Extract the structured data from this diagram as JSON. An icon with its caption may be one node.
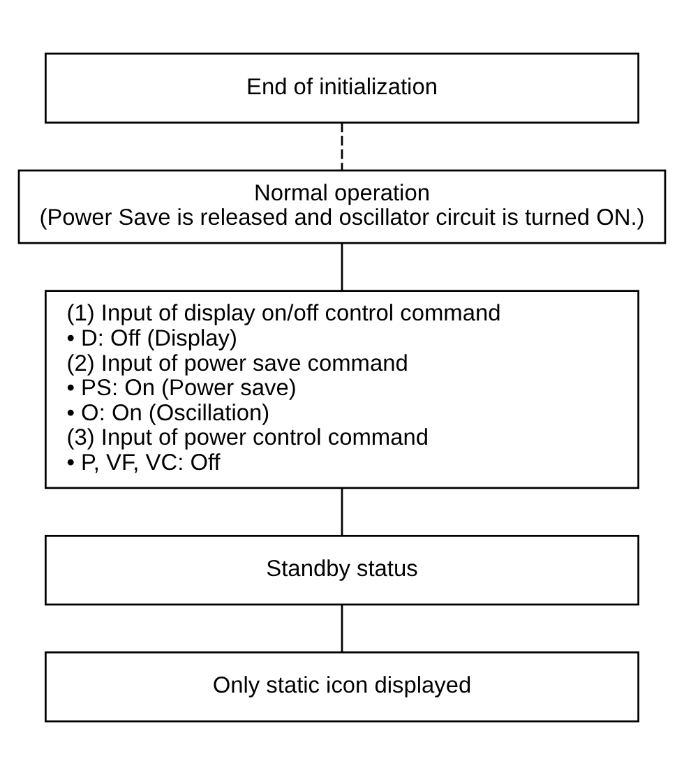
{
  "diagram": {
    "nodes": [
      {
        "text": [
          "End of initialization"
        ]
      },
      {
        "text": [
          "Normal operation",
          "(Power Save is released and oscillator circuit is turned ON.)"
        ]
      },
      {
        "text": [
          "(1) Input of display on/off control command",
          "• D: Off (Display)",
          "(2) Input of power save command",
          "• PS: On (Power save)",
          "• O: On (Oscillation)",
          "(3) Input of power control command",
          "• P, VF, VC: Off"
        ]
      },
      {
        "text": [
          "Standby status"
        ]
      },
      {
        "text": [
          "Only static icon displayed"
        ]
      }
    ],
    "edges": [
      {
        "from": 0,
        "to": 1,
        "arrow": "none",
        "style": "dashed"
      },
      {
        "from": 1,
        "to": 2,
        "arrow": "none"
      },
      {
        "from": 2,
        "to": 3,
        "arrow": "none"
      },
      {
        "from": 3,
        "to": 4,
        "arrow": "none"
      }
    ]
  }
}
